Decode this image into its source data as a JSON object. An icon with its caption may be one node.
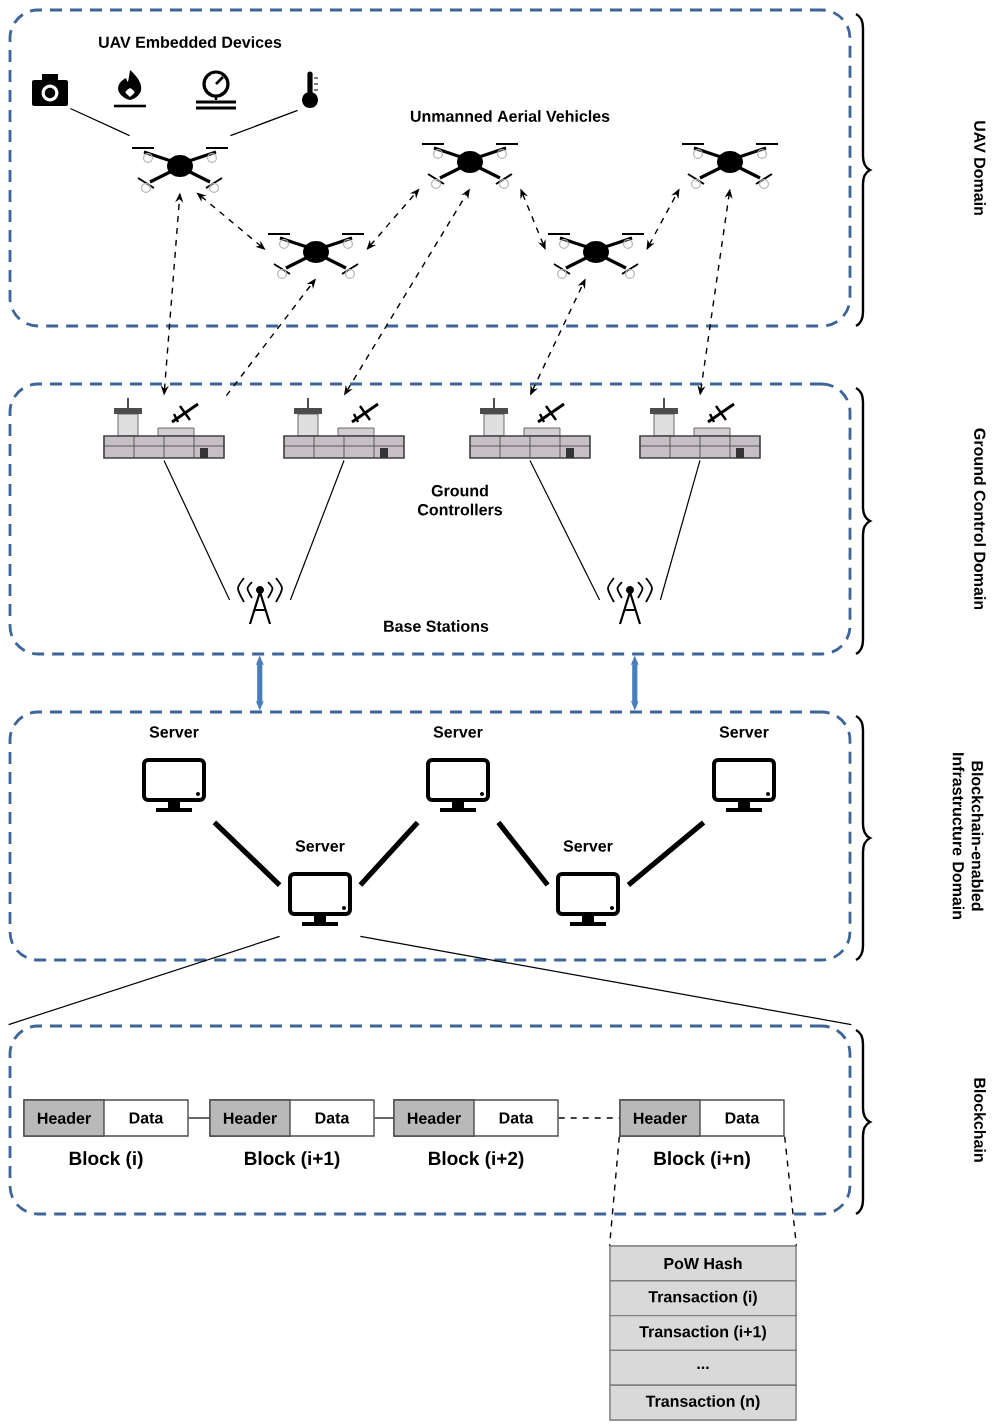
{
  "diagram": {
    "nodes": [
      {
        "text": [],
        "shape": "box"
      },
      {
        "text": [],
        "shape": "picture",
        "in": 0
      },
      {
        "text": [],
        "shape": "picture",
        "in": 0
      },
      {
        "text": [],
        "shape": "picture",
        "in": 0
      },
      {
        "text": [],
        "shape": "picture",
        "in": 0
      },
      {
        "text": [],
        "shape": "picture",
        "in": 0
      },
      {
        "text": [],
        "shape": "picture",
        "in": 0
      },
      {
        "text": [],
        "shape": "picture",
        "in": 0
      },
      {
        "text": [],
        "shape": "picture",
        "in": 0
      },
      {
        "text": [],
        "shape": "picture",
        "in": 0
      },
      {
        "text": [],
        "shape": "box"
      },
      {
        "text": [],
        "shape": "picture",
        "in": 10
      },
      {
        "text": [],
        "shape": "picture",
        "in": 10
      },
      {
        "text": [],
        "shape": "picture",
        "in": 10
      },
      {
        "text": [],
        "shape": "picture",
        "in": 10
      },
      {
        "text": [],
        "shape": "picture",
        "in": 10
      },
      {
        "text": [],
        "shape": "picture",
        "in": 10
      },
      {
        "text": [],
        "shape": "box"
      },
      {
        "text": [
          "Server"
        ],
        "in": 17
      },
      {
        "text": [
          "Server"
        ],
        "in": 17
      },
      {
        "text": [
          "Server"
        ],
        "in": 17
      },
      {
        "text": [
          "Server"
        ],
        "in": 17
      },
      {
        "text": [
          "Server"
        ],
        "in": 17
      },
      {
        "text": [],
        "shape": "box"
      },
      {
        "text": [
          "Header",
          "Data",
          "Block (i)"
        ],
        "in": 23
      },
      {
        "text": [
          "Header",
          "Data",
          "Block (i+1)"
        ],
        "in": 23
      },
      {
        "text": [
          "Header",
          "Data",
          "Block (i+2)"
        ],
        "in": 23
      },
      {
        "text": [
          "Header",
          "Data",
          "Block (i+n)"
        ],
        "in": 23
      },
      {
        "text": [
          "PoW Hash",
          "Transaction (i)",
          "Transaction (i+1)",
          "...",
          "Transaction (n)"
        ]
      }
    ],
    "edges": [
      {
        "from": 1,
        "to": 5,
        "arrow": "none"
      },
      {
        "from": 4,
        "to": 5,
        "arrow": "none"
      },
      {
        "from": 5,
        "to": 6,
        "arrow": "both",
        "style": "dashed"
      },
      {
        "from": 6,
        "to": 7,
        "arrow": "both",
        "style": "dashed"
      },
      {
        "from": 7,
        "to": 8,
        "arrow": "both",
        "style": "dashed"
      },
      {
        "from": 8,
        "to": 9,
        "arrow": "both",
        "style": "dashed"
      },
      {
        "from": 11,
        "to": 5,
        "arrow": "both",
        "style": "dashed"
      },
      {
        "from": 11,
        "to": 6,
        "arrow": "to",
        "style": "dashed"
      },
      {
        "from": 12,
        "to": 7,
        "arrow": "both",
        "style": "dashed"
      },
      {
        "from": 13,
        "to": 8,
        "arrow": "both",
        "style": "dashed"
      },
      {
        "from": 14,
        "to": 9,
        "arrow": "both",
        "style": "dashed"
      },
      {
        "from": 11,
        "to": 15,
        "arrow": "none"
      },
      {
        "from": 12,
        "to": 15,
        "arrow": "none"
      },
      {
        "from": 13,
        "to": 16,
        "arrow": "none"
      },
      {
        "from": 14,
        "to": 16,
        "arrow": "none"
      },
      {
        "from": 10,
        "to": 17,
        "arrow": "both",
        "style": "thick",
        "color": "#4a7ebb"
      },
      {
        "from": 10,
        "to": 17,
        "arrow": "both",
        "style": "thick",
        "color": "#4a7ebb"
      },
      {
        "from": 18,
        "to": 19,
        "arrow": "none",
        "style": "thick"
      },
      {
        "from": 19,
        "to": 20,
        "arrow": "none",
        "style": "thick"
      },
      {
        "from": 20,
        "to": 21,
        "arrow": "none",
        "style": "thick"
      },
      {
        "from": 21,
        "to": 22,
        "arrow": "none",
        "style": "thick"
      },
      {
        "from": 19,
        "to": 23,
        "arrow": "none"
      },
      {
        "from": 19,
        "to": 23,
        "arrow": "none"
      },
      {
        "from": 24,
        "to": 25,
        "arrow": "none"
      },
      {
        "from": 25,
        "to": 26,
        "arrow": "none"
      },
      {
        "from": 26,
        "to": 27,
        "arrow": "none",
        "style": "dashed"
      },
      {
        "from": 27,
        "to": 28,
        "arrow": "none",
        "style": "dashed"
      },
      {
        "from": 27,
        "to": 28,
        "arrow": "none",
        "style": "dashed"
      }
    ],
    "labels": [
      "UAV Embedded Devices",
      "UAV Domain",
      "Unmanned Aerial Vehicles",
      "Ground Controllers",
      "Ground Control Domain",
      "Base Stations",
      "Blockchain-enabled Infrastructure Domain",
      "Blockchain"
    ]
  }
}
